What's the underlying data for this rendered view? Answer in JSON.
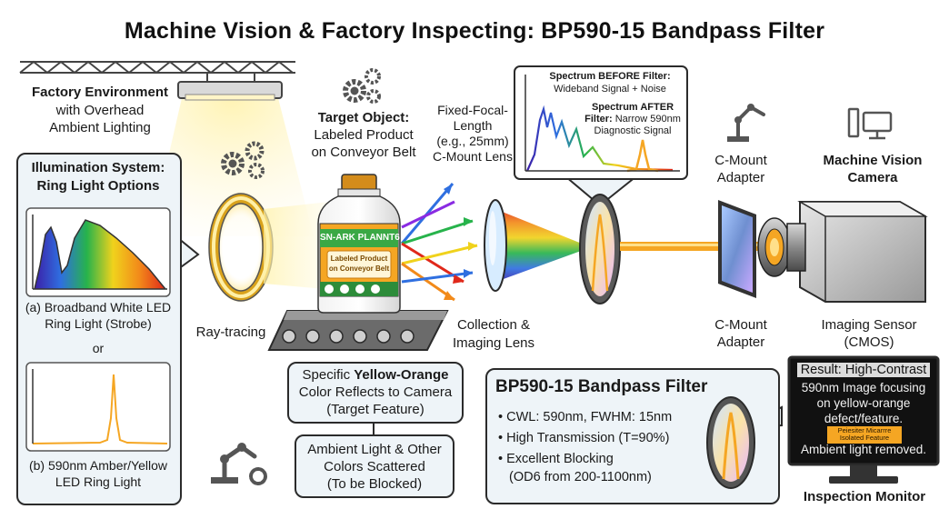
{
  "title": "Machine Vision & Factory Inspecting: BP590-15 Bandpass Filter",
  "factory": {
    "heading": "Factory Environment",
    "lines": [
      "with Overhead",
      "Ambient Lighting"
    ]
  },
  "illumination": {
    "heading_line1": "Illumination System:",
    "heading_line2": "Ring Light Options",
    "option_a_line1": "(a) Broadband White LED",
    "option_a_line2": "Ring Light (Strobe)",
    "or": "or",
    "option_b_line1": "(b) 590nm Amber/Yellow",
    "option_b_line2": "LED Ring Light"
  },
  "ray_tracing": "Ray-tracing",
  "target": {
    "heading": "Target Object:",
    "line1": "Labeled Product",
    "line2": "on Conveyor Belt",
    "bottle_brand": "SN-ARK PLANNT6",
    "bottle_label_line1": "Labeled Product",
    "bottle_label_line2": "on Conveyor Belt"
  },
  "reflect_box": {
    "line1_pre": "Specific ",
    "line1_bold": "Yellow-Orange",
    "line2": "Color Reflects to Camera",
    "line3": "(Target Feature)"
  },
  "ambient_box": {
    "line1": "Ambient Light & Other",
    "line2": "Colors Scattered",
    "line3": "(To be Blocked)"
  },
  "lens": {
    "fixed_line1": "Fixed-Focal-",
    "fixed_line2": "Length",
    "fixed_line3": "(e.g., 25mm)",
    "fixed_line4": "C-Mount Lens",
    "collection_line1": "Collection &",
    "collection_line2": "Imaging Lens"
  },
  "spectrum_panel": {
    "before_bold": "Spectrum BEFORE Filter:",
    "before_line2": "Wideband Signal + Noise",
    "after_bold1": "Spectrum AFTER",
    "after_line2_bold": "Filter:",
    "after_line2_rest": " Narrow 590nm",
    "after_line3": "Diagnostic Signal"
  },
  "camera": {
    "adapter_top_line1": "C-Mount",
    "adapter_top_line2": "Adapter",
    "heading_line1": "Machine Vision",
    "heading_line2": "Camera",
    "adapter_bottom_line1": "C-Mount",
    "adapter_bottom_line2": "Adapter",
    "sensor_line1": "Imaging Sensor",
    "sensor_line2": "(CMOS)"
  },
  "filter_panel": {
    "title": "BP590-15 Bandpass Filter",
    "bullets": [
      "CWL: 590nm, FWHM: 15nm",
      "High Transmission (T=90%)",
      "Excellent Blocking",
      "(OD6 from 200-1100nm)"
    ]
  },
  "monitor": {
    "result": "Result: High-Contrast",
    "line1": "590nm Image focusing",
    "line2": "on yellow-orange",
    "line3": "defect/feature.",
    "highlight_line1": "Peiesiter Micarrre",
    "highlight_line2": "Isolated Feature",
    "line4": "Ambient light removed.",
    "caption": "Inspection Monitor"
  },
  "icons": [
    "gears-icon",
    "robot-arm-icon",
    "computer-icon"
  ],
  "colors": {
    "amber": "#f5a623",
    "panel_bg": "#eef4f8",
    "outline": "#2b2b2b"
  }
}
